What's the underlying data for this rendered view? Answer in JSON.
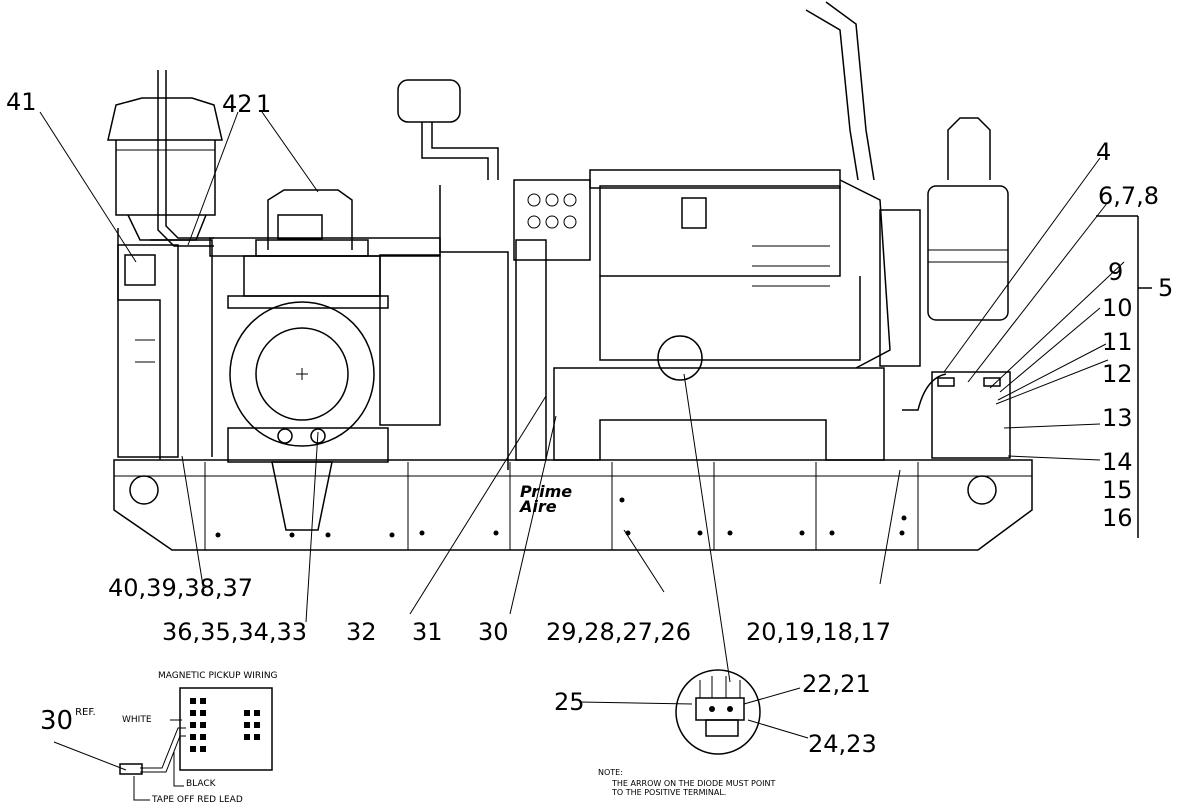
{
  "callouts": {
    "c41": "41",
    "c42": "42",
    "c1": "1",
    "c4": "4",
    "c5": "5",
    "c678": "6,7,8",
    "c9": "9",
    "c10": "10",
    "c11": "11",
    "c12": "12",
    "c13": "13",
    "c14": "14",
    "c15": "15",
    "c16": "16",
    "c37_40": "40,39,38,37",
    "c33_36": "36,35,34,33",
    "c32": "32",
    "c31": "31",
    "c30": "30",
    "c26_29": "29,28,27,26",
    "c17_20": "20,19,18,17",
    "c25": "25",
    "c21_22": "22,21",
    "c23_24": "24,23"
  },
  "wiring_detail": {
    "title": "MAGNETIC PICKUP WIRING",
    "ref_number": "30",
    "ref_suffix": "REF.",
    "white": "WHITE",
    "black": "BLACK",
    "tape": "TAPE OFF RED LEAD"
  },
  "note": {
    "heading": "NOTE:",
    "line1": "THE ARROW ON THE DIODE MUST POINT",
    "line2": "TO THE POSITIVE TERMINAL."
  },
  "logo": {
    "line1": "Prime",
    "line2": "Aire"
  }
}
